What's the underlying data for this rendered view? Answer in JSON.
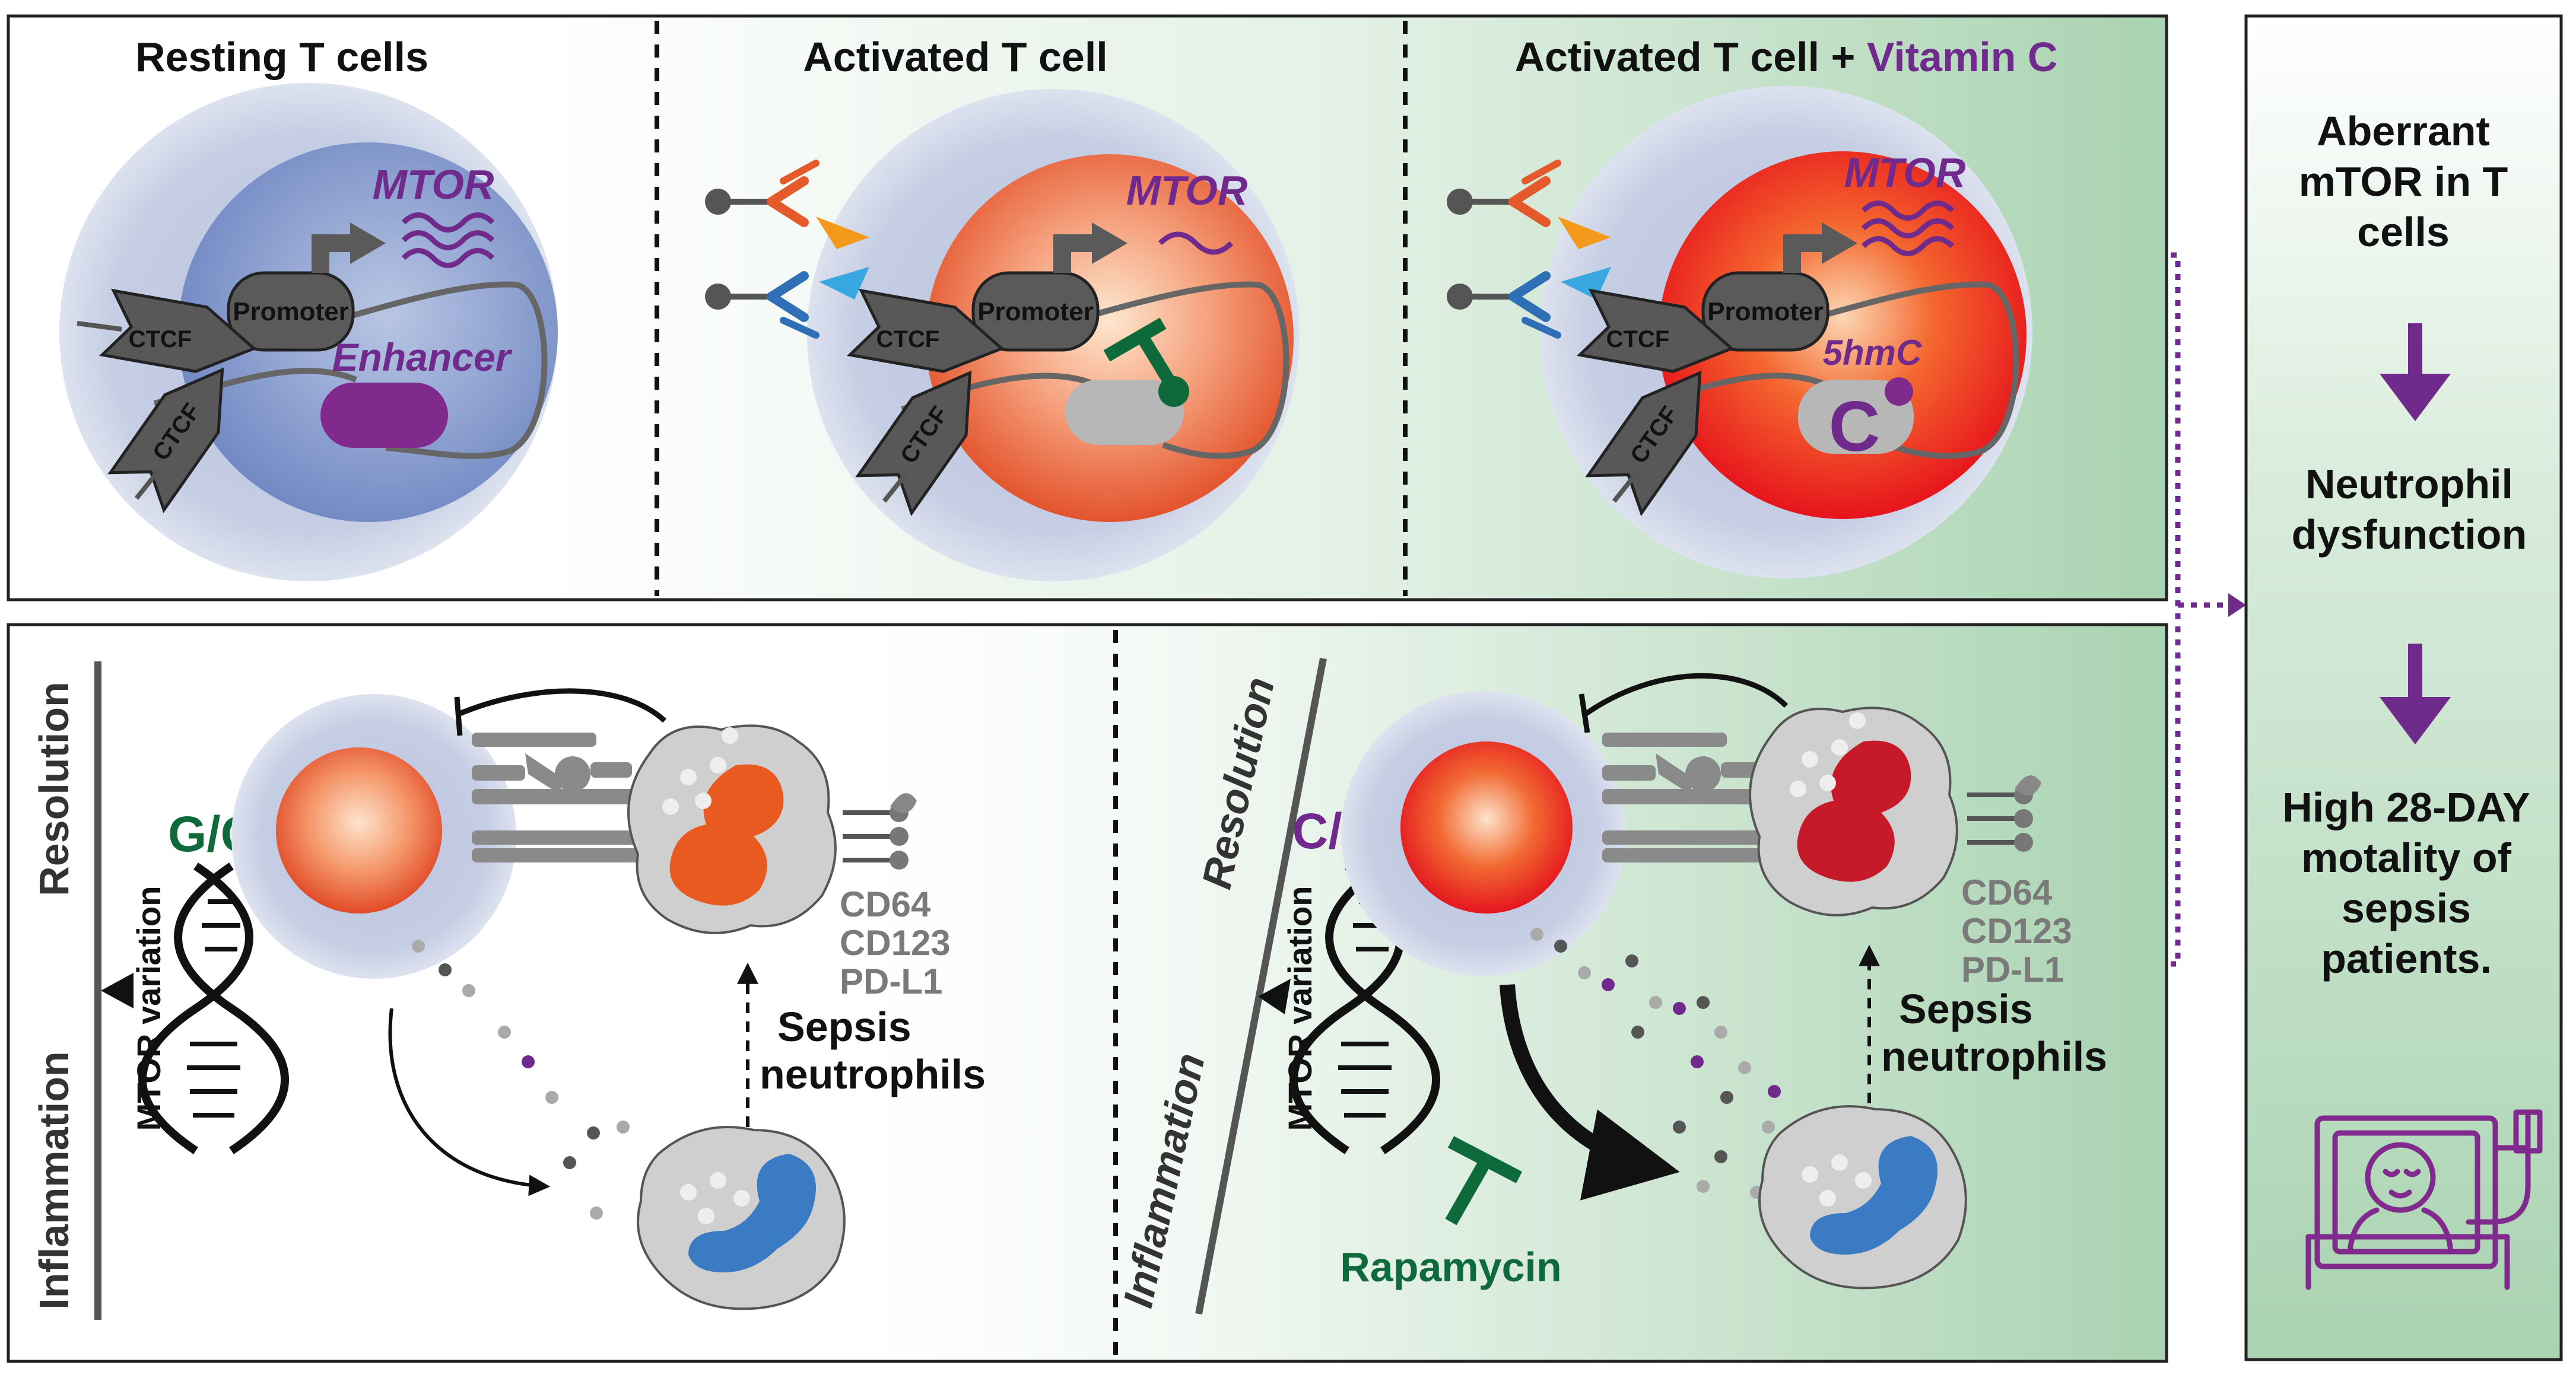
{
  "colors": {
    "purple": "#6f2a8c",
    "green": "#0e6a3a",
    "grey_text": "#7a7a7a",
    "box_green": "#a9d3b1",
    "orange_nucleus": "#e8582a",
    "red_nucleus": "#c6192a",
    "blue_nucleus": "#3b7bc4"
  },
  "top": {
    "panel1": {
      "title": "Resting T cells",
      "ctcf_1": "CTCF",
      "ctcf_2": "CTCF",
      "promoter": "Promoter",
      "mtor": "MTOR",
      "enhancer": "Enhancer"
    },
    "panel2": {
      "title": "Activated T cell",
      "ctcf_1": "CTCF",
      "ctcf_2": "CTCF",
      "promoter": "Promoter",
      "mtor": "MTOR"
    },
    "panel3": {
      "title_prefix": "Activated T cell + ",
      "title_vitc": "Vitamin C",
      "ctcf_1": "CTCF",
      "ctcf_2": "CTCF",
      "promoter": "Promoter",
      "mtor": "MTOR",
      "mark": "5hmC",
      "c_letter": "C"
    }
  },
  "bottom": {
    "left": {
      "axis_top": "Resolution",
      "axis_bottom": "Inflammation",
      "genotype": "G/G",
      "variation": "MTOR variation",
      "markers": [
        "CD64",
        "CD123",
        "PD-L1"
      ],
      "neutrophil_line1": "Sepsis",
      "neutrophil_line2": "neutrophils"
    },
    "right": {
      "axis_top": "Resolution",
      "axis_bottom": "Inflammation",
      "genotype": "C/C",
      "variation": "MTOR variation",
      "markers": [
        "CD64",
        "CD123",
        "PD-L1"
      ],
      "neutrophil_line1": "Sepsis",
      "neutrophil_line2": "neutrophils",
      "drug": "Rapamycin"
    }
  },
  "side": {
    "step1": [
      "Aberrant",
      "mTOR in T",
      "cells"
    ],
    "step2": [
      "Neutrophil",
      "dysfunction"
    ],
    "step3": [
      "High 28-DAY",
      "motality of",
      "sepsis",
      "patients."
    ],
    "patient_icon": "patient-bed-icon"
  }
}
